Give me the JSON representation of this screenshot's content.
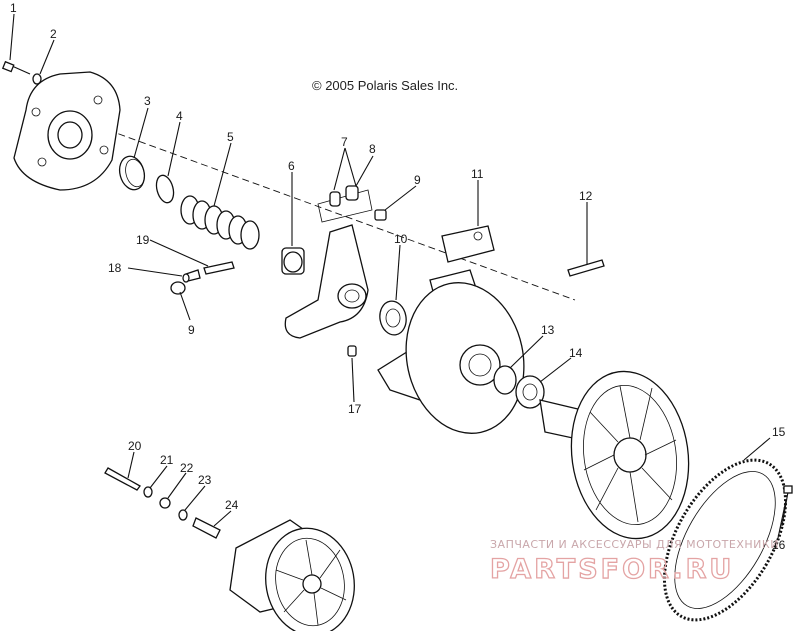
{
  "copyright": "© 2005 Polaris Sales Inc.",
  "watermark": {
    "top_line": "ЗАПЧАСТИ И АКСЕССУАРЫ ДЛЯ МОТОТЕХНИКИ",
    "brand": "PARTSFOR.RU"
  },
  "callouts": [
    "1",
    "2",
    "3",
    "4",
    "5",
    "6",
    "7",
    "8",
    "9",
    "9",
    "10",
    "11",
    "12",
    "13",
    "14",
    "15",
    "16",
    "17",
    "18",
    "19",
    "20",
    "21",
    "22",
    "23",
    "24"
  ]
}
